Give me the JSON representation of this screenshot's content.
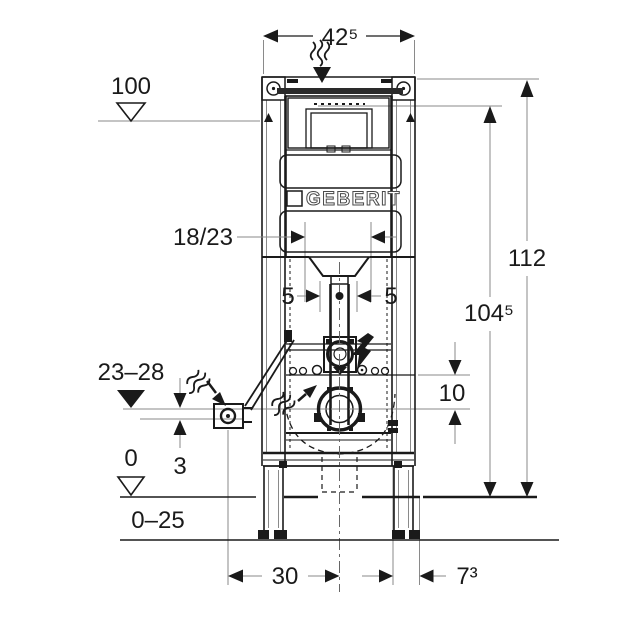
{
  "diagram": {
    "kind": "wc-installation-frame-technical-drawing",
    "brand_label": "GEBERIT",
    "line_color": "#1a1a1a",
    "dimension_line_color": "#8a8a8a",
    "labels": {
      "top_width": "42⁵",
      "level_top": "100",
      "total_height": "112",
      "actuator_height": "104⁵",
      "rough_in": "18/23",
      "offset_left": "5",
      "offset_right": "5",
      "outlet_height_range": "23–28",
      "supply_outlet_gap": "10",
      "level_zero": "0",
      "bracket_gap": "3",
      "floor_buildup_range": "0–25",
      "foot_to_center": "30",
      "rear_offset": "7³"
    }
  }
}
